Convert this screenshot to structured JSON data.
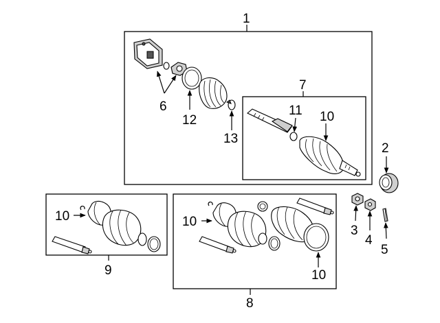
{
  "callouts": {
    "c1": "1",
    "c2": "2",
    "c3": "3",
    "c4": "4",
    "c5": "5",
    "c6": "6",
    "c7": "7",
    "c8": "8",
    "c9": "9",
    "c10a": "10",
    "c10b": "10",
    "c10c": "10",
    "c10d": "10",
    "c11": "11",
    "c12": "12",
    "c13": "13"
  }
}
